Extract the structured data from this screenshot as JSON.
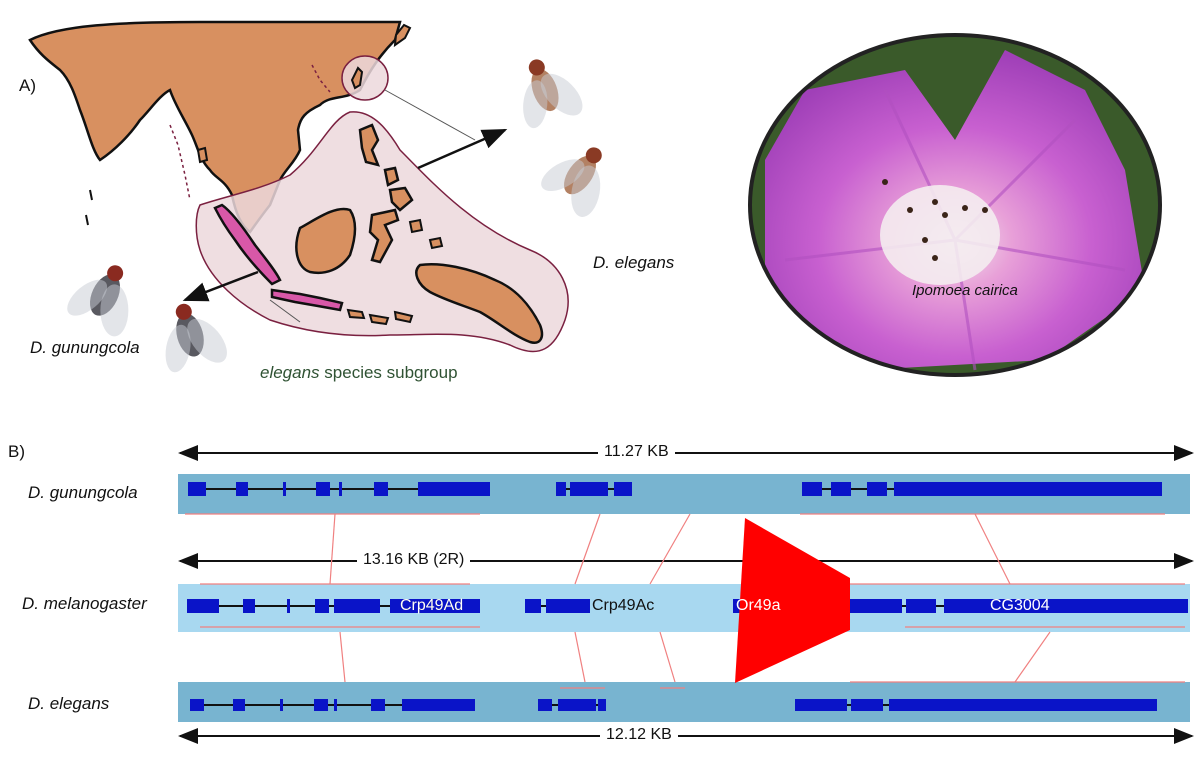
{
  "panel_a": {
    "label": "A)",
    "species_right": "D. elegans",
    "species_left": "D. gunungcola",
    "subgroup_italic": "elegans",
    "subgroup_rest": " species subgroup",
    "flower_label": "Ipomoea cairica",
    "colors": {
      "land": "#d89060",
      "range": "#ecd8dc",
      "highlight": "#d858a8",
      "range_border": "#7a2040"
    }
  },
  "panel_b": {
    "label": "B)",
    "tracks": [
      {
        "species": "D. gunungcola",
        "length_label": "11.27 KB",
        "label_position": "above"
      },
      {
        "species": "D. melanogaster",
        "length_label": "13.16 KB (2R)",
        "label_position": "above"
      },
      {
        "species": "D. elegans",
        "length_label": "12.12 KB",
        "label_position": "below"
      }
    ],
    "gene_labels": [
      "Crp49Ad",
      "Crp49Ac",
      "Or49a",
      "CG3004"
    ],
    "colors": {
      "track": "#78b4d0",
      "track_light": "#a8d8f0",
      "exon": "#0a14c8",
      "synteny": "#f08080",
      "insertion": "#ff0000"
    }
  }
}
